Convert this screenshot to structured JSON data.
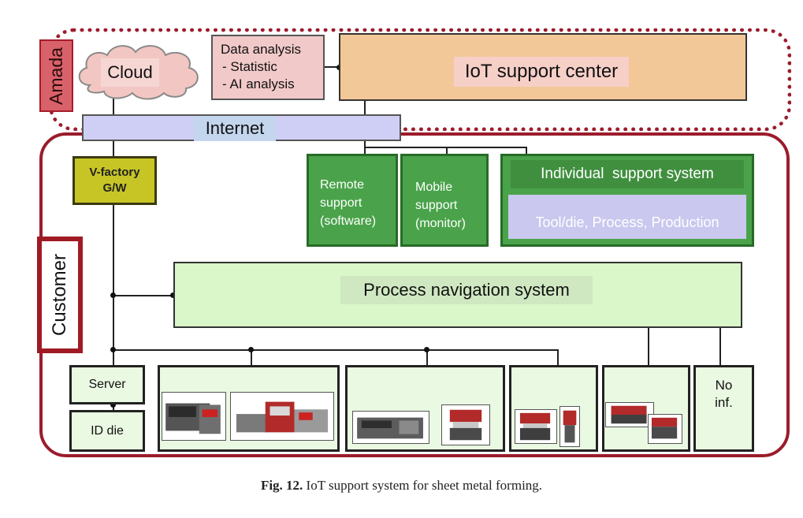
{
  "regions": {
    "amada_label": "Amada",
    "customer_label": "Customer"
  },
  "cloud": {
    "label": "Cloud"
  },
  "data_analysis": {
    "lines": [
      "Data analysis",
      "- Statistic",
      "- AI analysis"
    ]
  },
  "iot_center": {
    "label": "IoT support center"
  },
  "internet": {
    "label": "Internet"
  },
  "v_factory": {
    "lines": [
      "V-factory",
      "G/W"
    ]
  },
  "remote_support": {
    "lines": [
      "Remote",
      "support",
      "(software)"
    ]
  },
  "mobile_support": {
    "lines": [
      "Mobile",
      "support",
      "(monitor)"
    ]
  },
  "individual_support": {
    "title": "Individual  support system",
    "items": "Tool/die, Process, Production"
  },
  "process_navigation": {
    "label": "Process navigation system"
  },
  "server": {
    "label": "Server"
  },
  "id_die": {
    "label": "ID die"
  },
  "no_inf": {
    "lines": [
      "No",
      "inf."
    ]
  },
  "caption": {
    "prefix": "Fig. 12.",
    "text": "IoT support system for sheet metal forming."
  },
  "colors": {
    "border_red": "#9b1c2c",
    "green": "#4aa34a",
    "light_green": "#d9f7c8",
    "orange": "#f3c899",
    "lavender": "#cfcff5",
    "olive": "#c7c526"
  }
}
